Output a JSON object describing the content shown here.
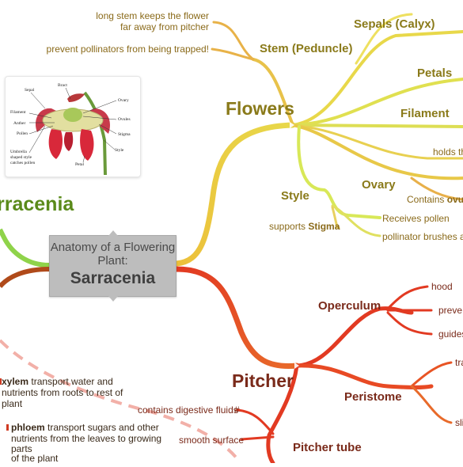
{
  "central": {
    "subtitle": "Anatomy of a Flowering Plant:",
    "title": "Sarracenia"
  },
  "partial_title": "rracenia",
  "branches": {
    "flowers": "Flowers",
    "stem": "Stem (Peduncle)",
    "sepals": "Sepals (Calyx)",
    "petals": "Petals",
    "filament": "Filament",
    "ovary": "Ovary",
    "style": "Style",
    "pitcher": "Pitcher",
    "operculum": "Operculum",
    "peristome": "Peristome",
    "pitcher_tube": "Pitcher tube"
  },
  "notes": {
    "stem_note1_l1": "long stem keeps the flower",
    "stem_note1_l2": "far away from pitcher",
    "stem_note2": "prevent pollinators from being trapped!",
    "filament_note": "holds th",
    "ovary_note_pre": "Contains ",
    "ovary_note_bold": "ovul",
    "style_note_pre": "supports ",
    "style_note_bold": "Stigma",
    "style_receives": "Receives pollen",
    "style_brushes": "pollinator brushes ag",
    "operculum_hood": "hood",
    "operculum_prevent": "preve",
    "operculum_guides": "guides",
    "peristome_tra": "tra",
    "peristome_sl": "sli",
    "tube_fluids": "contains digestive fluids",
    "tube_smooth": "smooth surface",
    "xylem_bold": "xylem",
    "xylem_rest": " transport water and",
    "xylem_l2": "nutrients from roots to rest of",
    "xylem_l3": "plant",
    "phloem_bold": "phloem",
    "phloem_rest": " transport sugars and other",
    "phloem_l2": "nutrients from the leaves to growing",
    "phloem_l3": "parts",
    "phloem_l4": "of the plant"
  },
  "image_labels": {
    "bract": "Bract",
    "sepal": "Sepal",
    "ovary": "Ovary",
    "filament": "Filament",
    "ovules": "Ovules",
    "anther": "Anther",
    "stigma": "Stigma",
    "pollen": "Pollen",
    "style": "Style",
    "umbrella_l1": "Umbrella",
    "umbrella_l2": "shaped style",
    "umbrella_l3": "catches pollen",
    "petal": "Petal"
  },
  "colors": {
    "flowers_branch": "#e8c238",
    "flowers_text": "#8a7a1a",
    "pitcher_branch": "#e23a22",
    "pitcher_text": "#7a2a1a",
    "note_text": "#8a6a1a",
    "green_branch": "#8fd34a",
    "brown_branch": "#b04a1a",
    "dashed_line": "#f2b0a8"
  }
}
